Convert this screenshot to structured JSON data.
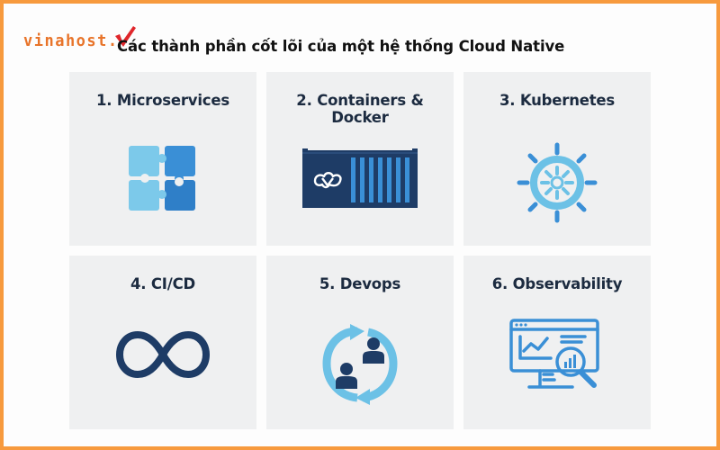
{
  "header": {
    "logo_text": "vinahost.",
    "title": "Các thành phần cốt lõi của một hệ thống Cloud Native"
  },
  "colors": {
    "frame_border": "#f79a3e",
    "logo": "#e8742a",
    "logo_check": "#e0262b",
    "card_bg": "#eff0f1",
    "label_text": "#1c2b40",
    "navy": "#1e3c66",
    "light_blue": "#6cc1e6",
    "mid_blue": "#3a8fd6"
  },
  "cards": [
    {
      "label": "1. Microservices",
      "icon": "puzzle-icon"
    },
    {
      "label": "2. Containers & Docker",
      "icon": "shipping-container-icon"
    },
    {
      "label": "3. Kubernetes",
      "icon": "ship-wheel-icon"
    },
    {
      "label": "4. CI/CD",
      "icon": "infinity-icon"
    },
    {
      "label": "5. Devops",
      "icon": "people-cycle-icon"
    },
    {
      "label": "6. Observability",
      "icon": "monitor-magnifier-icon"
    }
  ]
}
